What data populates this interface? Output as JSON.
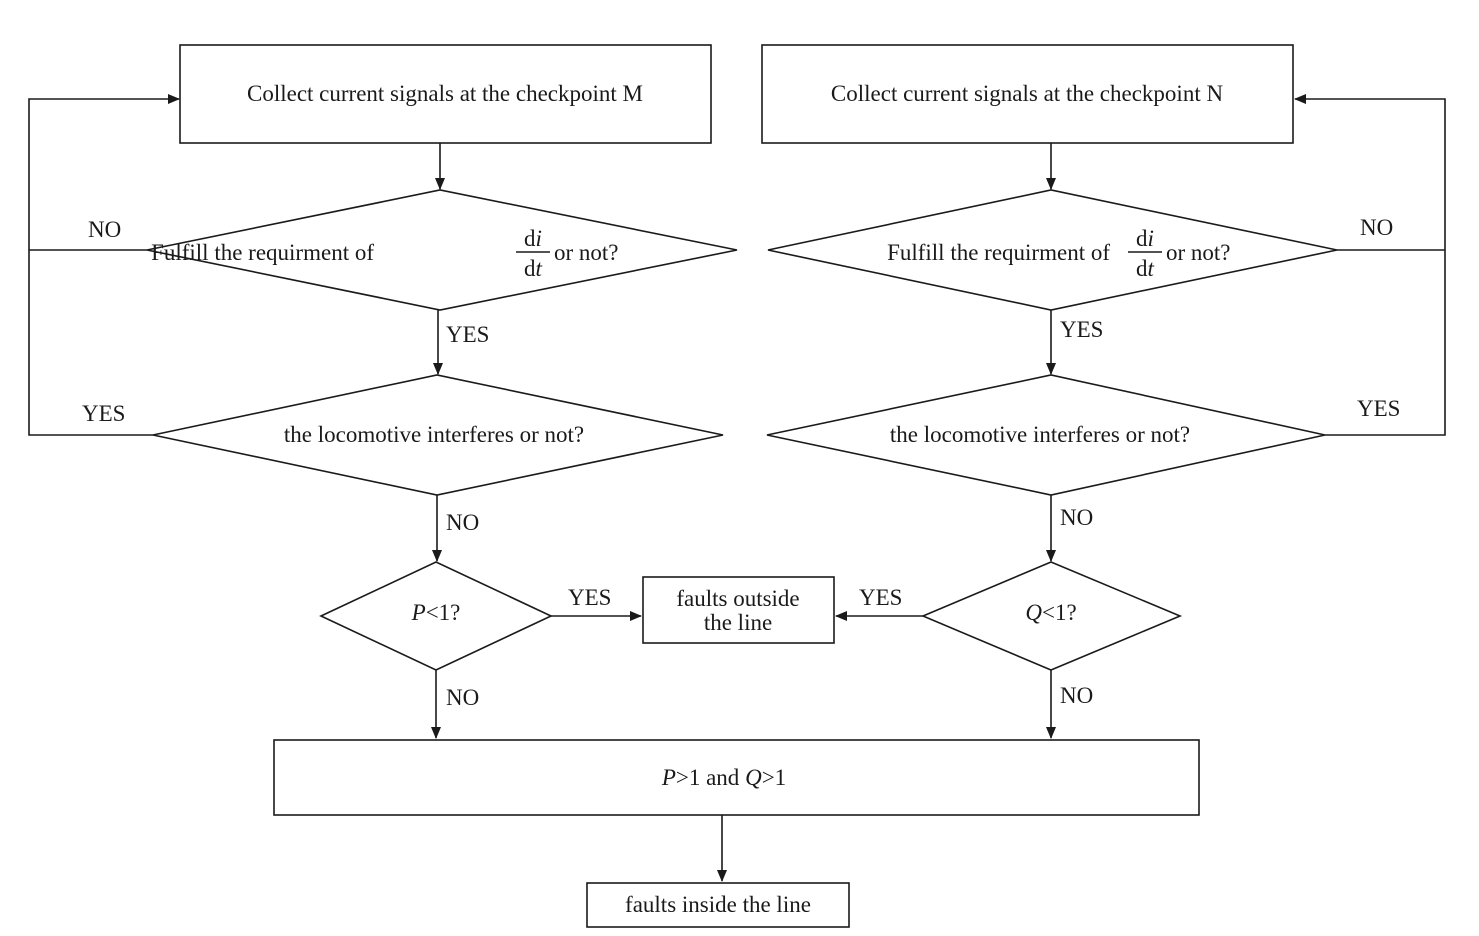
{
  "nodes": {
    "collect_m": "Collect current signals at the checkpoint M",
    "collect_n": "Collect current signals at the checkpoint N",
    "didt_prefix": "Fulfill the requirment of",
    "didt_num": "d",
    "didt_num_var": "i",
    "didt_den": "d",
    "didt_den_var": "t",
    "didt_suffix": "or not?",
    "loco": "the locomotive interferes or not?",
    "p_var": "P",
    "p_rest": "<1?",
    "q_var": "Q",
    "q_rest": "<1?",
    "outside_line1": "faults outside",
    "outside_line2": "the line",
    "pq_p": "P",
    "pq_mid": ">1 and ",
    "pq_q": "Q",
    "pq_end": ">1",
    "inside": "faults inside the line"
  },
  "edges": {
    "yes": "YES",
    "no": "NO"
  },
  "colors": {
    "stroke": "#1a1a1a",
    "background": "#ffffff"
  }
}
